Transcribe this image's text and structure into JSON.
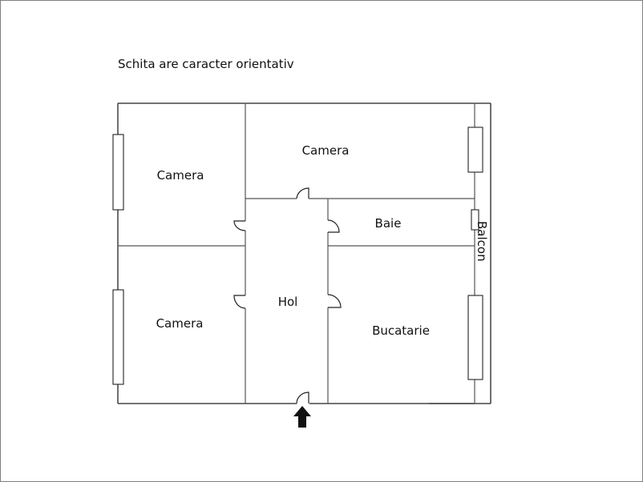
{
  "note": "Schita are caracter orientativ",
  "rooms": [
    {
      "id": "camera-top-left",
      "label": "Camera"
    },
    {
      "id": "camera-top-right",
      "label": "Camera"
    },
    {
      "id": "camera-bottom-left",
      "label": "Camera"
    },
    {
      "id": "hol",
      "label": "Hol"
    },
    {
      "id": "baie",
      "label": "Baie"
    },
    {
      "id": "bucatarie",
      "label": "Bucatarie"
    }
  ],
  "balcony": {
    "label": "Balcon"
  },
  "entrance": {
    "icon": "arrow-up-icon"
  },
  "colors": {
    "wall": "#222222",
    "inner_wall": "#555555",
    "frame": "#7f7f7f"
  }
}
